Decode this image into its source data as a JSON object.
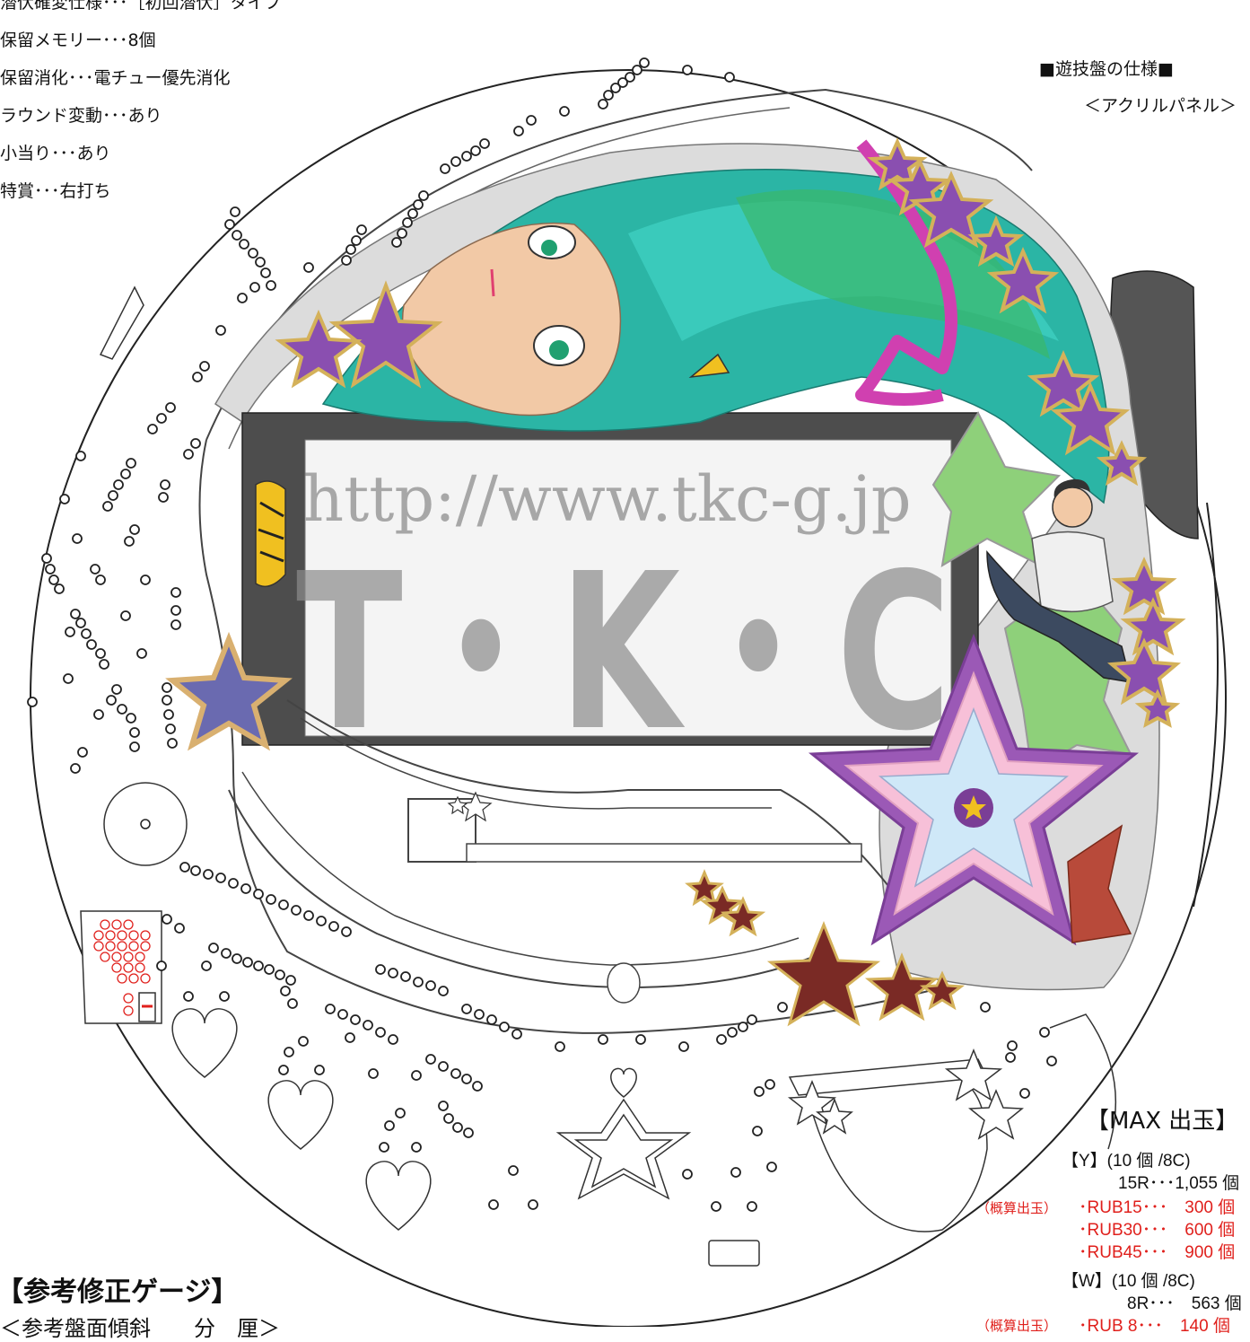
{
  "spec_list": {
    "items": [
      "潜伏確変仕様･･･［初回潜伏］タイプ",
      "保留メモリー･･･8個",
      "保留消化･･･電チュー優先消化",
      "ラウンド変動･･･あり",
      "小当り･･･あり",
      "特賞･･･右打ち"
    ]
  },
  "board": {
    "title": "■遊技盤の仕様■",
    "panel": "＜アクリルパネル＞"
  },
  "watermark": {
    "url": "http://www.tkc-g.jp",
    "brand": "T・K・C"
  },
  "max_payout": {
    "title": "【MAX 出玉】",
    "y": {
      "header": "【Y】(10 個 /8C)",
      "main": "15R･･･1,055 個",
      "estimate_label": "（概算出玉）",
      "rows": [
        "･RUB15･･･　300 個",
        "･RUB30･･･　600 個",
        "･RUB45･･･　900 個"
      ]
    },
    "w": {
      "header": "【W】(10 個 /8C)",
      "main": "8R･･･　563 個",
      "estimate_label": "（概算出玉）",
      "rows": [
        "･RUB 8･･･　140 個"
      ]
    }
  },
  "gauge": {
    "title": "【参考修正ゲージ】",
    "subtitle": "＜参考盤面傾斜　　分　厘＞"
  },
  "colors": {
    "hair": "#2bb5a5",
    "star_purple": "#8a4fb0",
    "star_gold": "#d4b15a",
    "panel_green": "#8ed07a",
    "dark_panel": "#5a5a5a",
    "big_star_pink": "#f7c0d8",
    "big_star_blue": "#cfe8f8"
  }
}
